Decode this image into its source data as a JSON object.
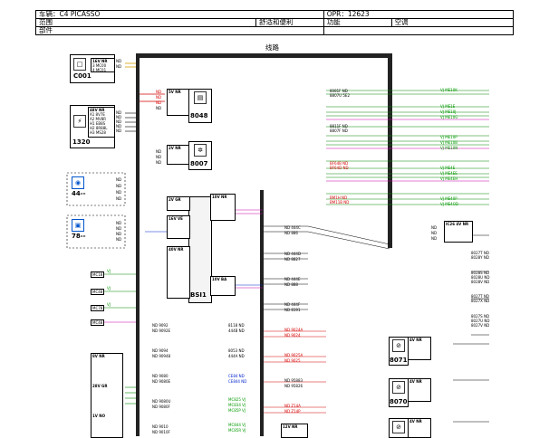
{
  "header": {
    "vehicle_label": "车辆：C4 PICASSO",
    "opr_label": "OPR：12623",
    "scope_label": "范围",
    "scope_value": "舒适和便利",
    "function_label": "功能",
    "function_value": "空调",
    "part_label": "部件"
  },
  "diagram_title": "线路",
  "components": {
    "c001": {
      "name": "C001",
      "conn": "16V NR",
      "pins": [
        "3 MC00",
        "4 MC01"
      ],
      "tags": [
        "ND",
        "ND"
      ]
    },
    "c1320": {
      "name": "1320",
      "conn": "48V NR",
      "pins": [
        "A1 8V7E",
        "A2 MV8R",
        "H1 EB8S",
        "H2 8R88L",
        "H3 MS28"
      ],
      "tags": [
        "ND",
        "ND",
        "ND",
        "ND",
        "ND"
      ]
    },
    "c44": {
      "name": "44--",
      "tags": [
        "ND",
        "ND",
        "ND",
        "ND"
      ]
    },
    "c78": {
      "name": "78--",
      "tags": [
        "ND",
        "ND",
        "ND",
        "ND"
      ]
    },
    "c8048": {
      "name": "8048",
      "conn": "5V NR",
      "tags": [
        "ND",
        "ND",
        "ND",
        "ND"
      ]
    },
    "c8007": {
      "name": "8007",
      "conn": "2V NR",
      "tags": [
        "ND",
        "ND",
        "ND"
      ]
    },
    "cbsi1": {
      "name": "BSI1",
      "conns": [
        "2V GR",
        "16V VE",
        "40V NR",
        "10V NR",
        "10V BA"
      ]
    },
    "c8071": {
      "name": "8071",
      "conn": "4V NR"
    },
    "c8070": {
      "name": "8070",
      "conn": "4V NR"
    },
    "cbot": {
      "conn": "4V NR"
    },
    "cleftbot": {
      "conns": [
        "8V NR",
        "28V GR",
        "1V NO"
      ]
    },
    "c12v": {
      "conn": "12V NR"
    }
  },
  "right_labels": {
    "group1": [
      "VJ ME10K"
    ],
    "group2": [
      "VJ ME1E",
      "VJ ME10J",
      "VJ ME10G"
    ],
    "group3": [
      "VJ ME10P",
      "VJ ME10B",
      "VJ ME10N"
    ],
    "group4": [
      "VJ ME4E",
      "VJ ME4EE",
      "VJ ME4EH"
    ],
    "group5": [
      "VJ ME40P",
      "VJ ME4OD"
    ]
  },
  "mid_labels": {
    "a": [
      "8081F ND",
      "8807U 5E2"
    ],
    "b": [
      "8811F ND",
      "8807F ND"
    ],
    "c": [
      "BF64B ND",
      "BF64D ND"
    ],
    "d": [
      "BM1H ND",
      "BM11B ND"
    ]
  },
  "right_conn": {
    "conn": "IC26 4V NR",
    "tags": [
      "ND",
      "ND",
      "ND"
    ]
  },
  "right_lists": {
    "a": [
      "8027T ND",
      "8028Y ND"
    ],
    "b": [
      "8028S ND",
      "8028U ND",
      "8028V ND"
    ],
    "c": [
      "8027T ND",
      "8027X ND"
    ],
    "d": [
      "8027S ND",
      "8027U ND",
      "8027V ND"
    ]
  },
  "center_labels": {
    "a": [
      "ND 444C",
      "ND 886"
    ],
    "b": [
      "ND 444D",
      "ND 8827"
    ],
    "c": [
      "ND 444E",
      "ND 888"
    ],
    "d": [
      "ND 444F",
      "ND 8191"
    ],
    "e": [
      "ND 9024A",
      "ND 9024"
    ],
    "f": [
      "ND 9025A",
      "ND 9025"
    ],
    "g": [
      "ND 95883",
      "ND 95826"
    ],
    "h": [
      "ND Z14A",
      "ND Z14P"
    ]
  },
  "lower_mid": {
    "a": [
      "ND 9092",
      "ND 9092E"
    ],
    "b": [
      "ND 9094",
      "ND 90948"
    ],
    "c": [
      "ND 9080",
      "ND 9080E"
    ],
    "d": [
      "ND 9080U",
      "ND 9080F"
    ],
    "e": [
      "ND 9010",
      "ND 9010F"
    ],
    "f": [
      "8118 ND",
      "444B ND"
    ],
    "g": [
      "8053 ND",
      "444A ND"
    ],
    "h": [
      "CE84 ND",
      "CE844 ND"
    ],
    "i": [
      "MC825 VJ",
      "MC834 VJ",
      "MC85P VJ"
    ],
    "j": [
      "MC844 VJ",
      "MC85R VJ"
    ]
  },
  "left_small": {
    "a": "MC18",
    "b": "MC48",
    "c": "MC78",
    "d": "MC48",
    "vj": "VJ"
  }
}
